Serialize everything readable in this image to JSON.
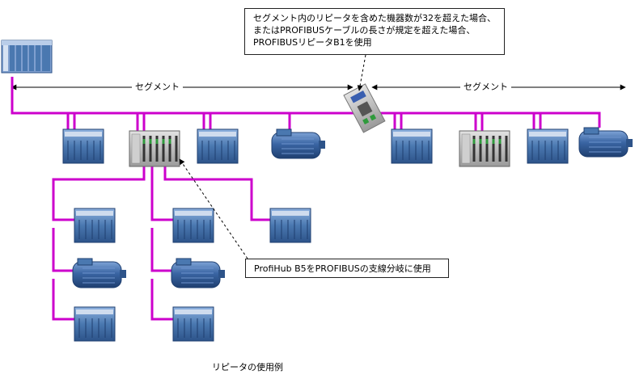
{
  "segments": {
    "left_label": "セグメント",
    "right_label": "セグメント"
  },
  "callouts": {
    "repeater_lines": [
      "セグメント内のリピータを含めた機器数が32を超えた場合、",
      "またはPROFIBUSケーブルの長さが規定を超えた場合、",
      "PROFIBUSリピータB1を使用"
    ],
    "hub": "ProfiHub B5をPROFIBUSの支線分岐に使用"
  },
  "caption": "リピータの使用例",
  "colors": {
    "bus": "#cc00cc",
    "device_blue": "#4a78b0",
    "device_blue_dark": "#2d5389"
  },
  "icons": {
    "plc": "plc-rack-icon",
    "io": "io-module-icon",
    "motor": "motor-drive-icon",
    "hub": "profihub-icon",
    "repeater": "repeater-b1-icon"
  }
}
